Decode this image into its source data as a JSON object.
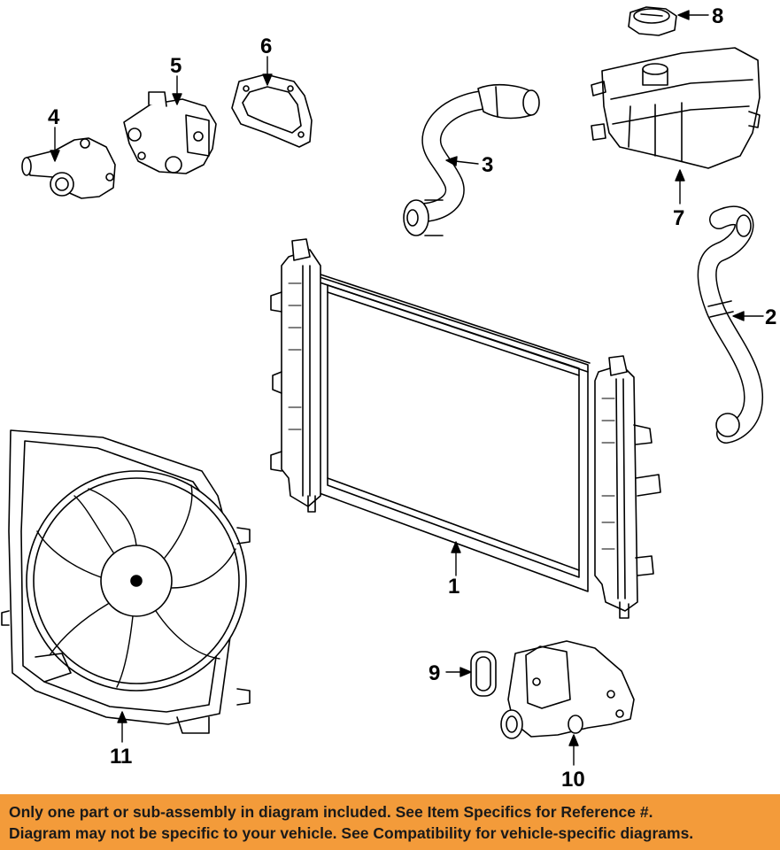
{
  "callouts": {
    "c1": "1",
    "c2": "2",
    "c3": "3",
    "c4": "4",
    "c5": "5",
    "c6": "6",
    "c7": "7",
    "c8": "8",
    "c9": "9",
    "c10": "10",
    "c11": "11"
  },
  "banner": {
    "line1": "Only one part or sub-assembly in diagram included. See Item Specifics for Reference #.",
    "line2": "Diagram may not be specific to your vehicle. See Compatibility for vehicle-specific diagrams."
  },
  "colors": {
    "banner_bg": "#f39b3a",
    "line": "#000000"
  }
}
